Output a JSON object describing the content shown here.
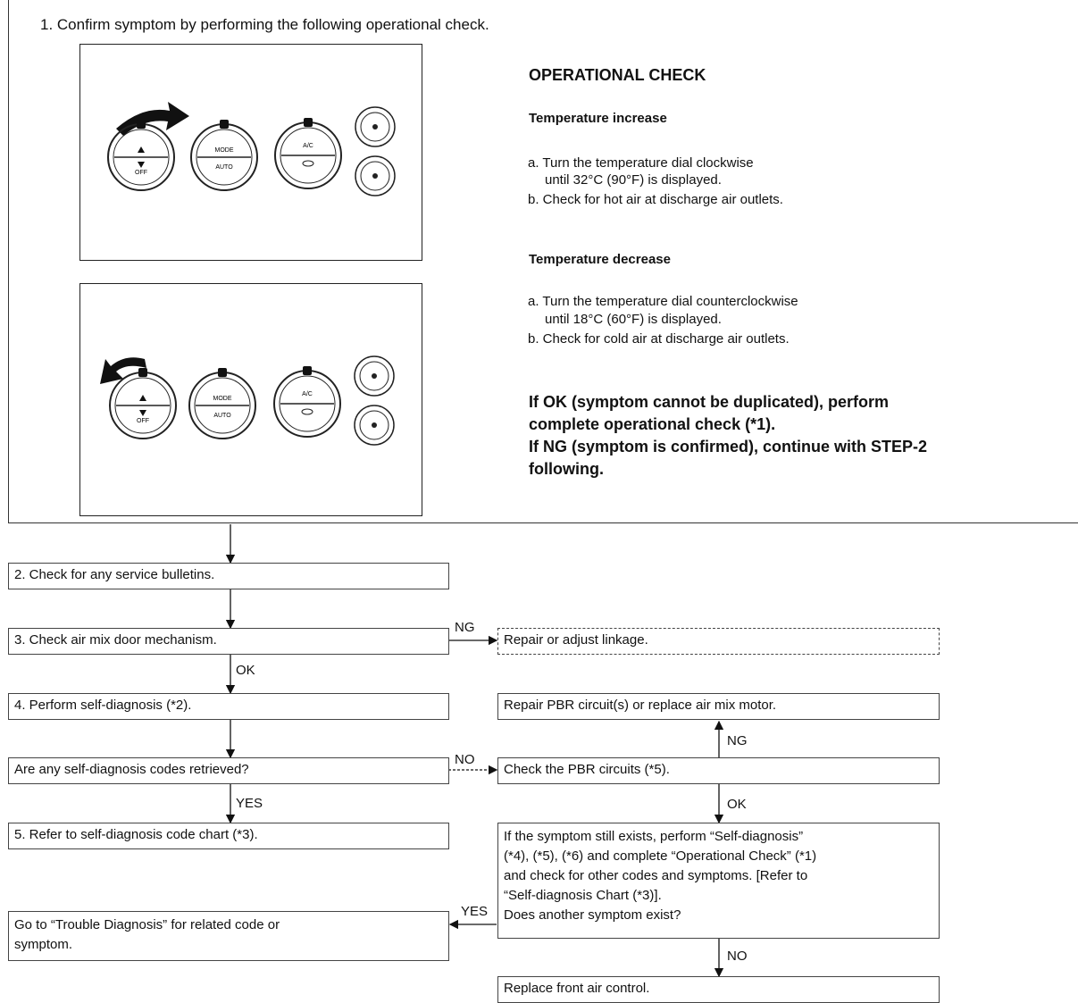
{
  "step1": "1. Confirm symptom by performing the following operational check.",
  "op": {
    "title": "OPERATIONAL CHECK",
    "inc_title": "Temperature increase",
    "inc_a1": "a. Turn the temperature dial clockwise",
    "inc_a2": "until 32°C (90°F) is displayed.",
    "inc_b": "b. Check for hot air at discharge air outlets.",
    "dec_title": "Temperature decrease",
    "dec_a1": "a. Turn the temperature dial counterclockwise",
    "dec_a2": "until 18°C (60°F) is displayed.",
    "dec_b": "b. Check for cold air at discharge air outlets.",
    "result1": "If OK (symptom cannot be duplicated), perform",
    "result2": "complete operational check (*1).",
    "result3": "If NG (symptom is confirmed), continue with STEP-2",
    "result4": "following."
  },
  "dials": {
    "off": "OFF",
    "mode": "MODE",
    "auto": "AUTO",
    "ac": "A/C"
  },
  "flow": {
    "step2": "2. Check for any service bulletins.",
    "step3": "3. Check air mix door mechanism.",
    "repair_linkage": "Repair or adjust linkage.",
    "step4": "4. Perform self-diagnosis (*2).",
    "repair_pbr": "Repair PBR circuit(s) or replace air mix motor.",
    "question": "Are any self-diagnosis codes retrieved?",
    "check_pbr": "Check the PBR circuits (*5).",
    "step5": "5. Refer to self-diagnosis code chart (*3).",
    "still1": "If the symptom still exists, perform “Self-diagnosis”",
    "still2": "(*4), (*5), (*6) and complete “Operational Check” (*1)",
    "still3": "and check for other codes and symptoms. [Refer to",
    "still4": "“Self-diagnosis Chart (*3)].",
    "still5": "Does another symptom exist?",
    "trouble1": "Go to “Trouble Diagnosis” for related code or",
    "trouble2": "symptom.",
    "replace": "Replace front air control."
  },
  "labels": {
    "ng1": "NG",
    "ok1": "OK",
    "ng2": "NG",
    "no1": "NO",
    "yes1": "YES",
    "ok2": "OK",
    "yes2": "YES",
    "no2": "NO"
  }
}
